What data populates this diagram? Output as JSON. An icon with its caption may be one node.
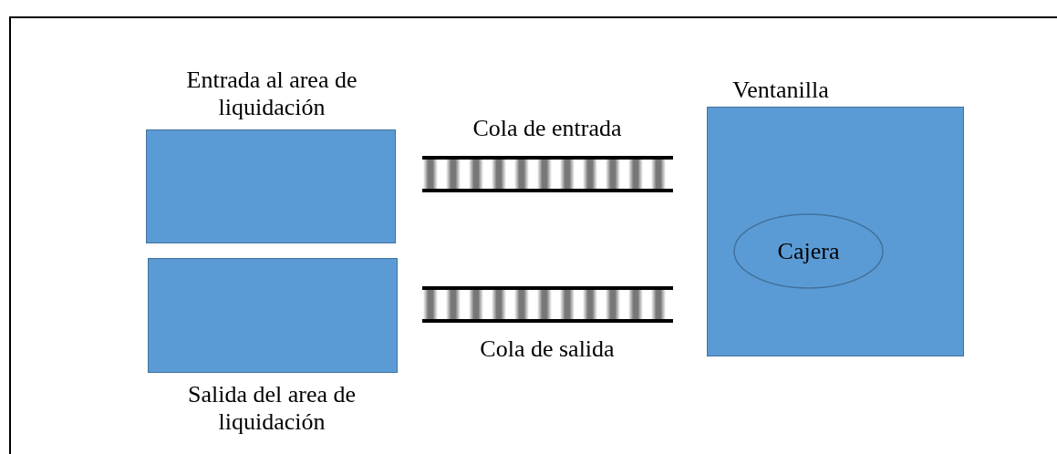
{
  "diagram": {
    "nodes": [
      {
        "text": [
          "Entrada al area de liquidación"
        ]
      },
      {
        "text": [
          "Salida del area de liquidación"
        ]
      },
      {
        "text": [
          "Cola de entrada"
        ]
      },
      {
        "text": [
          "Cola de salida"
        ]
      },
      {
        "text": [
          "Ventanilla"
        ]
      },
      {
        "text": [
          "Cajera"
        ],
        "in": 4
      }
    ]
  }
}
